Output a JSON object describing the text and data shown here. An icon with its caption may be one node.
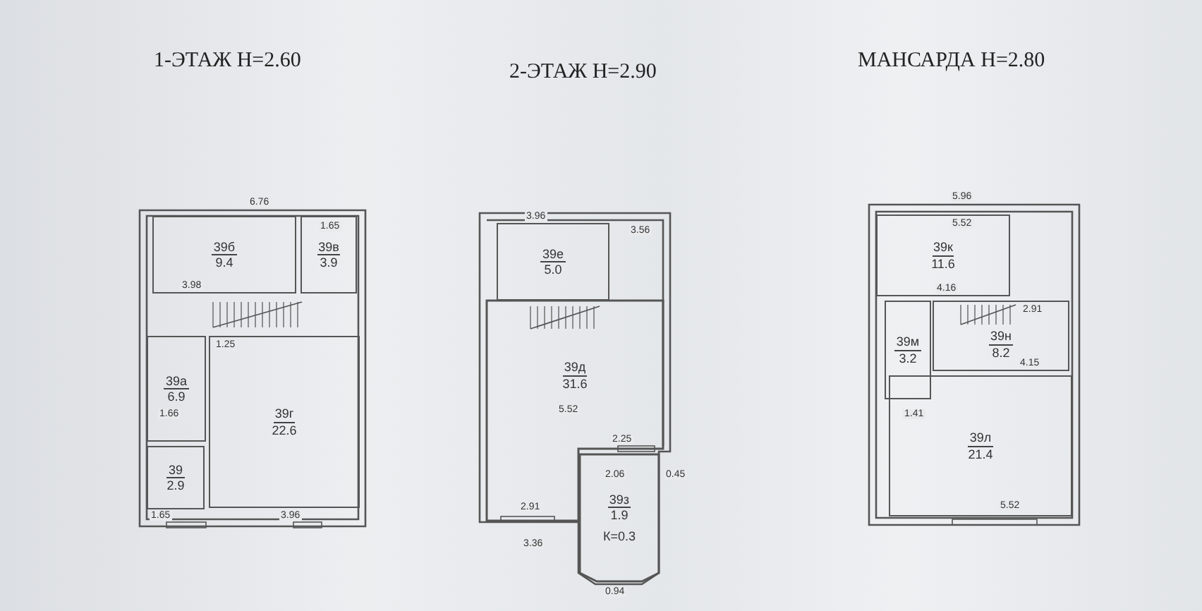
{
  "diagram": {
    "nodes": [
      {
        "text": [
          "39б",
          "9.4"
        ]
      },
      {
        "text": [
          "39в",
          "3.9"
        ]
      },
      {
        "text": [
          "39а",
          "6.9"
        ]
      },
      {
        "text": [
          "39г",
          "22.6"
        ]
      },
      {
        "text": [
          "39",
          "2.9"
        ]
      },
      {
        "text": [
          "39е",
          "5.0"
        ]
      },
      {
        "text": [
          "39д",
          "31.6"
        ]
      },
      {
        "text": [
          "39з",
          "1.9",
          "К=0.3"
        ]
      },
      {
        "text": [
          "39к",
          "11.6"
        ]
      },
      {
        "text": [
          "39м",
          "3.2"
        ]
      },
      {
        "text": [
          "39н",
          "8.2"
        ]
      },
      {
        "text": [
          "39л",
          "21.4"
        ]
      }
    ],
    "labels": [
      "1-ЭТАЖ H=2.60",
      "2-ЭТАЖ H=2.90",
      "МАНСАРДА H=2.80",
      "6.76",
      "3.98",
      "1.65",
      "1.25",
      "1.66",
      "1.65",
      "3.96",
      "3.96",
      "3.56",
      "5.52",
      "2.25",
      "2.06",
      "0.45",
      "2.91",
      "3.36",
      "0.94",
      "5.96",
      "5.52",
      "4.16",
      "2.91",
      "4.15",
      "1.41",
      "5.52"
    ]
  }
}
